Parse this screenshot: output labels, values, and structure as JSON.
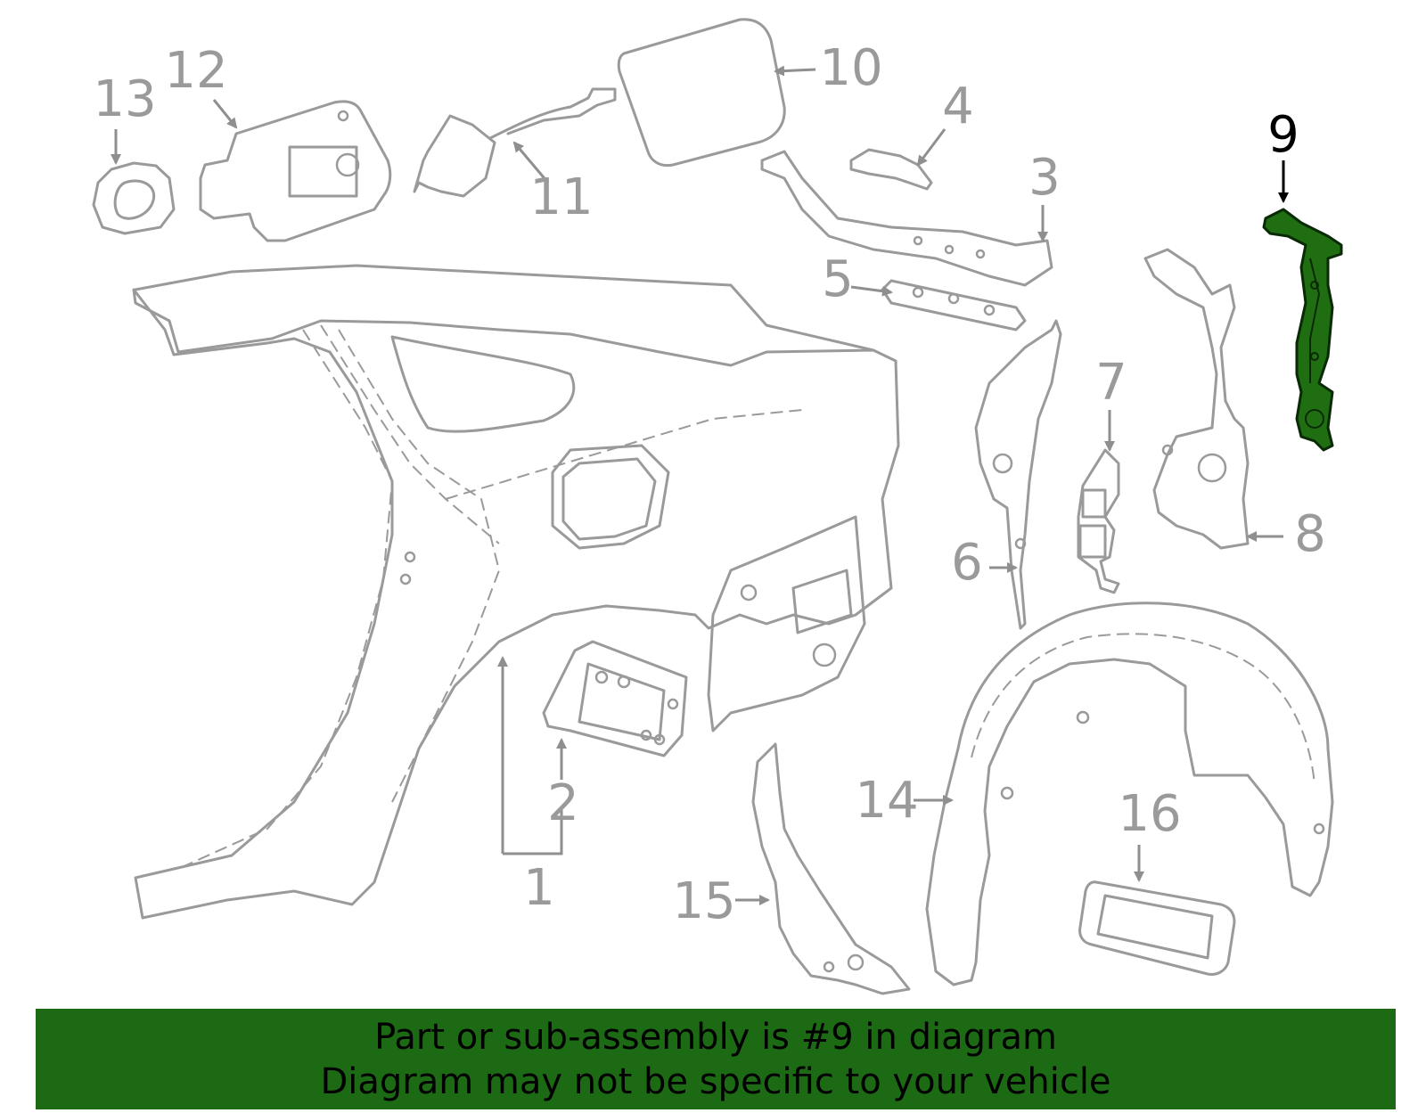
{
  "callouts": {
    "c1": "1",
    "c2": "2",
    "c3": "3",
    "c4": "4",
    "c5": "5",
    "c6": "6",
    "c7": "7",
    "c8": "8",
    "c9": "9",
    "c10": "10",
    "c11": "11",
    "c12": "12",
    "c13": "13",
    "c14": "14",
    "c15": "15",
    "c16": "16"
  },
  "highlighted_part": "9",
  "colors": {
    "line": "#9a9a9a",
    "highlight_fill": "#1f6e12",
    "banner_bg": "#1d6a14",
    "banner_text": "#000000"
  },
  "banner": {
    "line1": "Part or sub-assembly is #9 in diagram",
    "line2": "Diagram may not be specific to your vehicle"
  }
}
